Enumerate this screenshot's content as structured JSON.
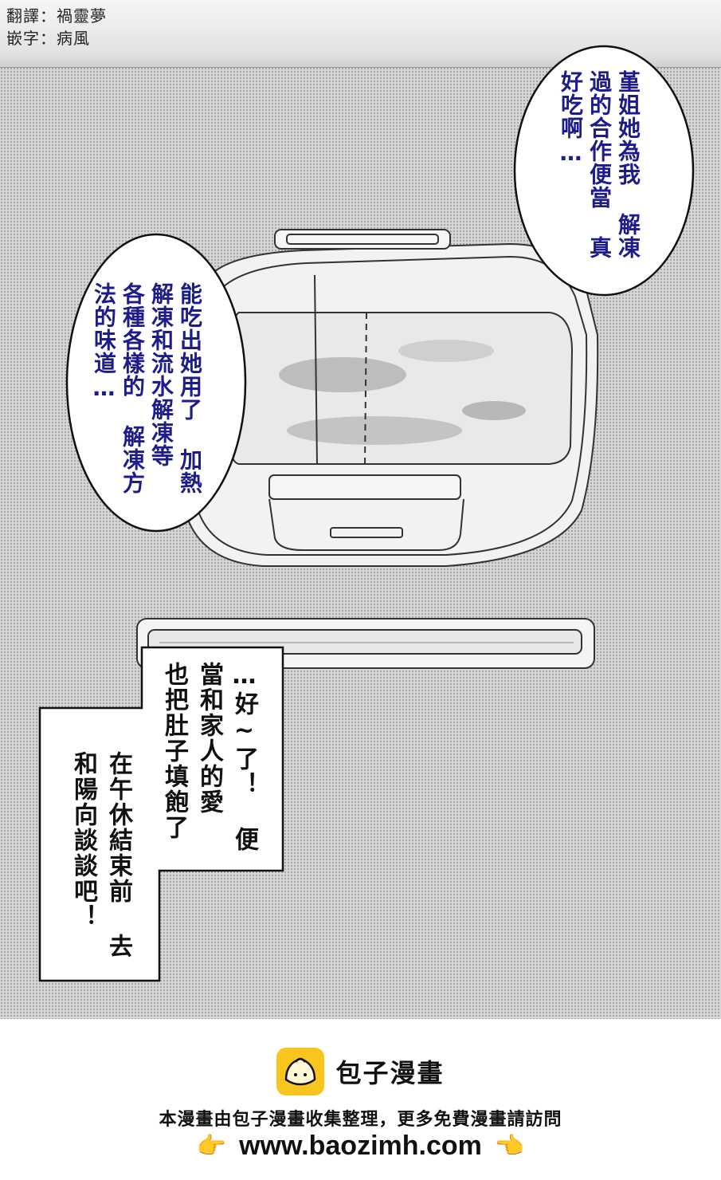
{
  "credits": {
    "translation": "翻譯：禍靈夢",
    "typesetting": "嵌字：病風"
  },
  "bubbles": {
    "top_right": [
      "堇姐她為我",
      "解凍過的合作便當",
      "真好吃啊…"
    ],
    "left": [
      "能吃出她用了",
      "加熱解凍和流水解凍等",
      "各種各樣的",
      "解凍方法的味道…"
    ]
  },
  "narration": {
    "upper": [
      "…好~了！",
      "便當和家人的愛",
      "也把肚子填飽了"
    ],
    "lower": [
      "在午休結束前",
      "去和陽向談談吧！"
    ]
  },
  "footer": {
    "brand": "包子漫畫",
    "promo": "本漫畫由包子漫畫收集整理，更多免費漫畫請訪問",
    "url": "www.baozimh.com",
    "hand_left": "👉",
    "hand_right": "👈",
    "logo_color": "#f7c51e"
  },
  "colors": {
    "speech_text": "#1c1c8a",
    "narration_text": "#111111",
    "screentone": "#d6d6d6"
  }
}
